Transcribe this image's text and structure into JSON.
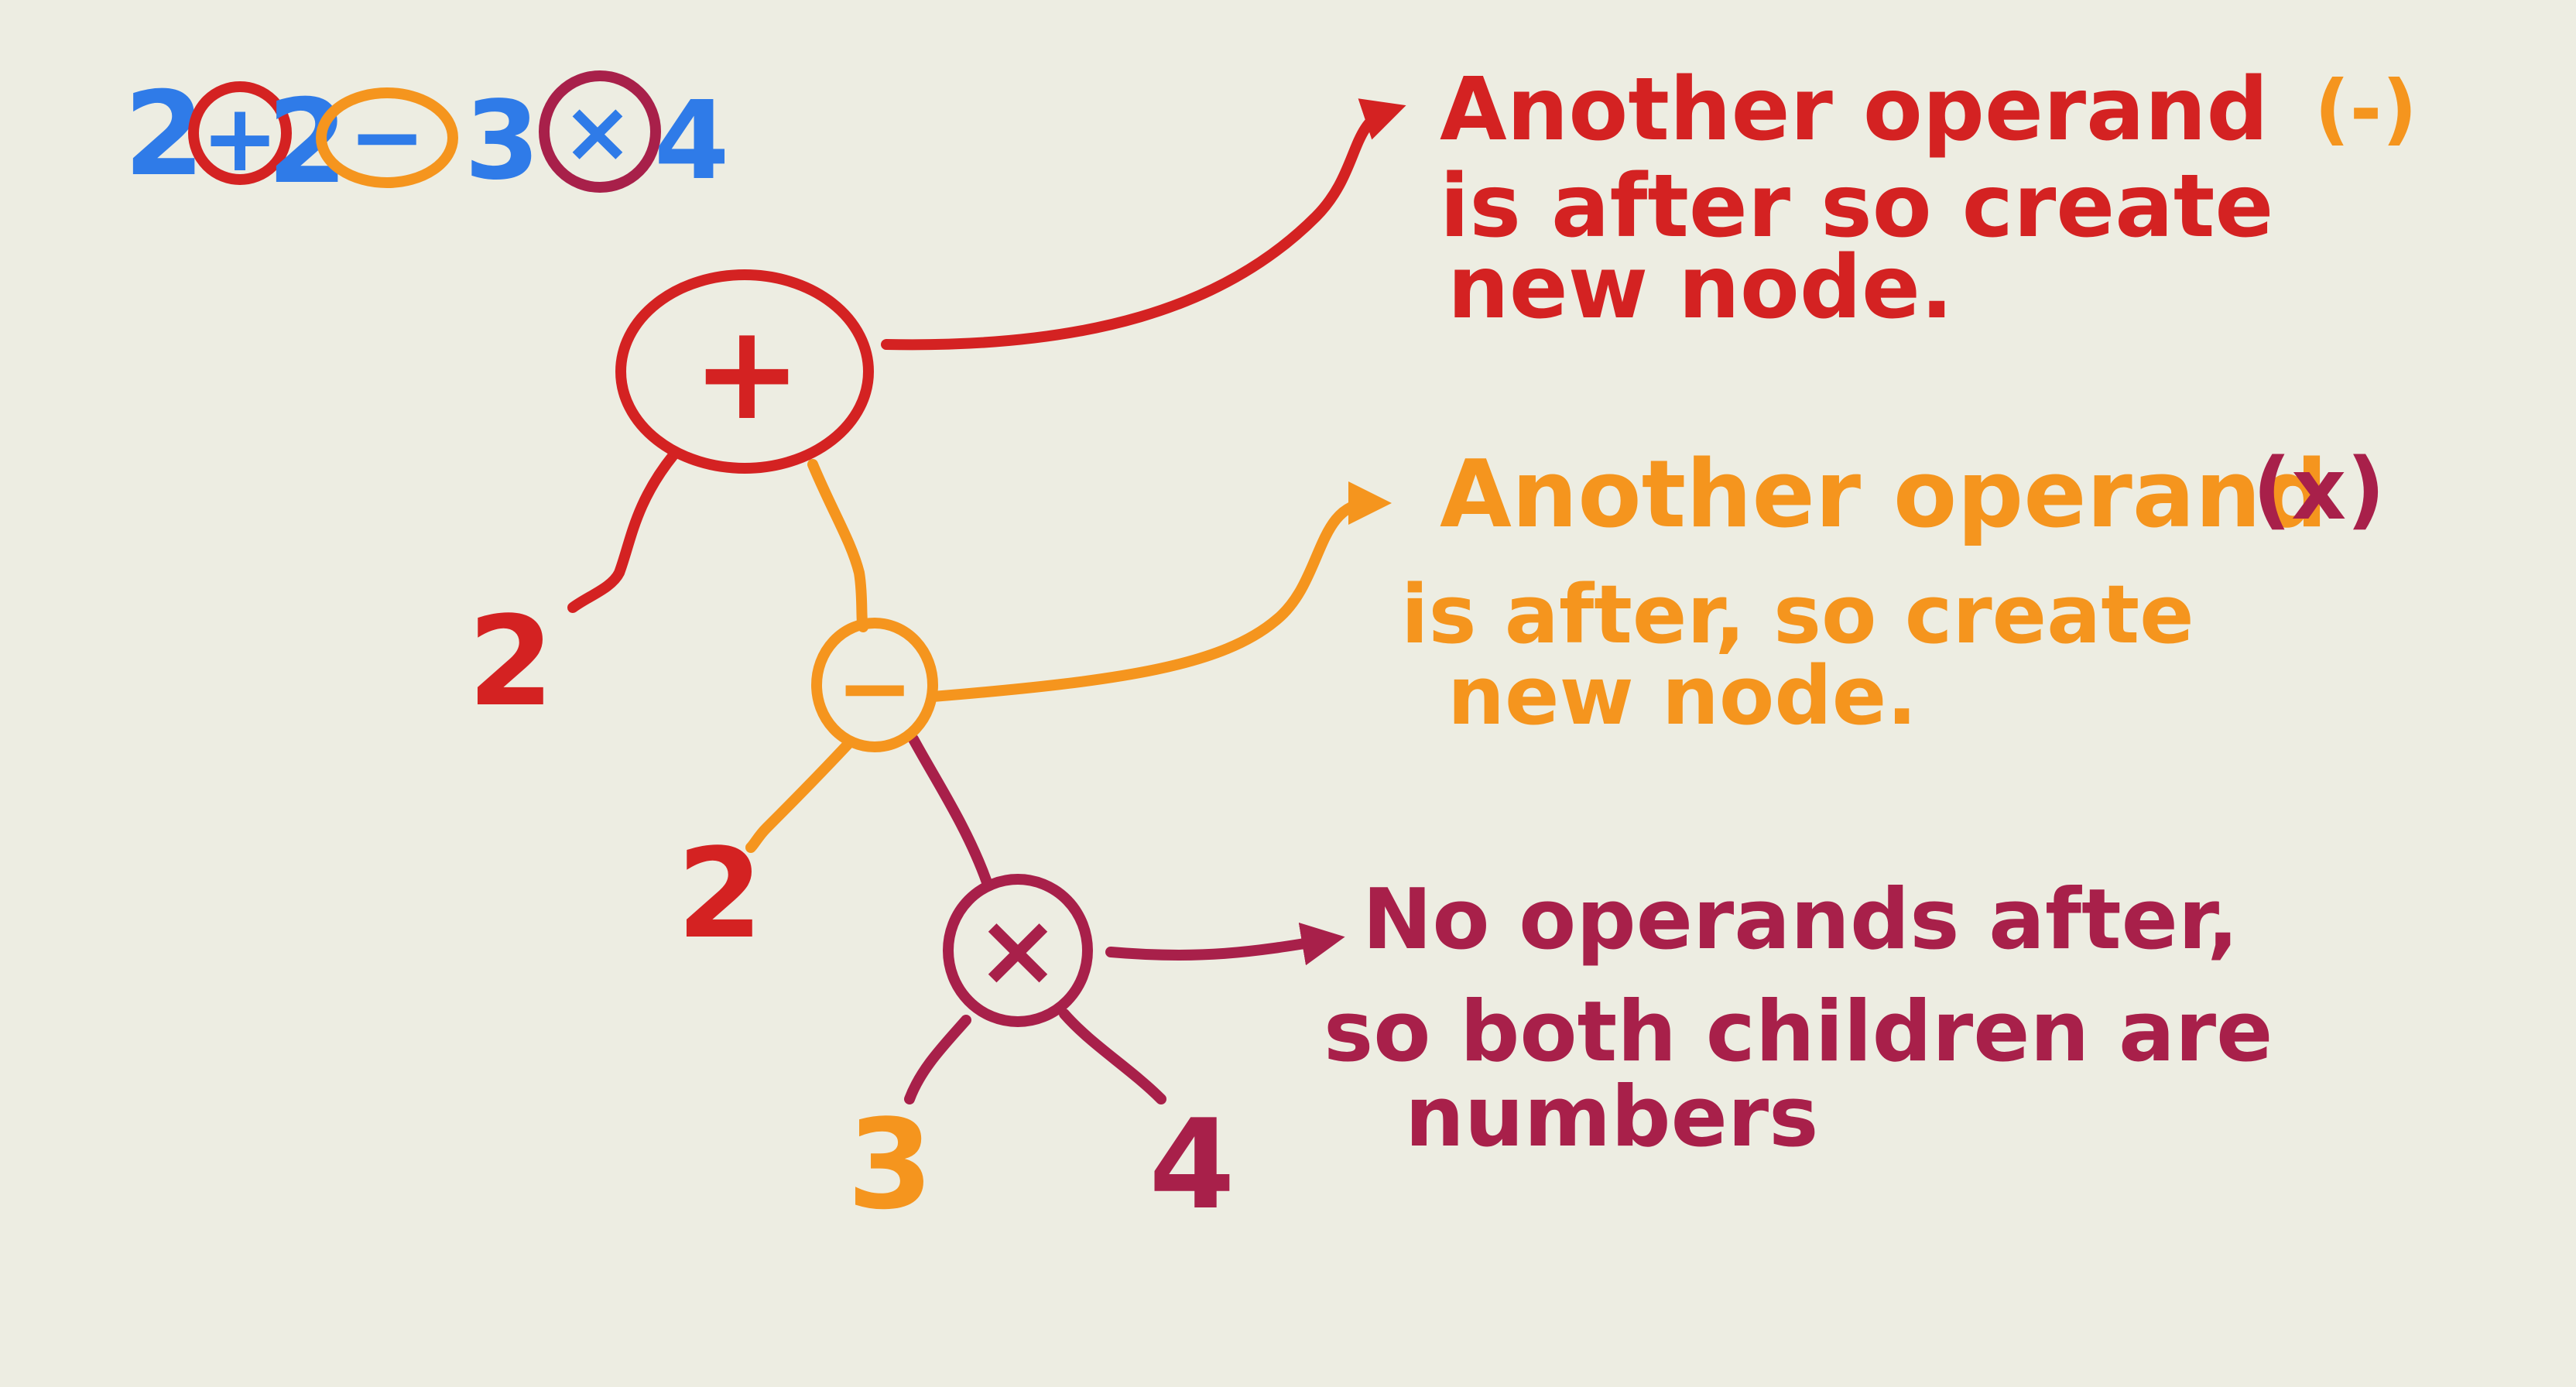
{
  "colors": {
    "background": "#edede2",
    "blue": "#2f7be8",
    "red": "#d42222",
    "orange": "#f5951e",
    "crimson": "#a8204a"
  },
  "expression": {
    "tokens": [
      "2",
      "+",
      "2",
      "−",
      "3",
      "×",
      "4"
    ]
  },
  "tree": {
    "root": {
      "operator": "+",
      "left": "2"
    },
    "middle": {
      "operator": "−",
      "left": "2"
    },
    "bottom": {
      "operator": "×",
      "left": "3",
      "right": "4"
    }
  },
  "notes": {
    "plus_note": {
      "line1": "Another operand",
      "paren": "(-)",
      "line2": "is after so create",
      "line3": "new node."
    },
    "minus_note": {
      "line1": "Another operand",
      "paren": "(x)",
      "line2": "is after, so create",
      "line3": "new node."
    },
    "times_note": {
      "line1": "No operands after,",
      "line2": "so both children are",
      "line3": "numbers"
    }
  }
}
